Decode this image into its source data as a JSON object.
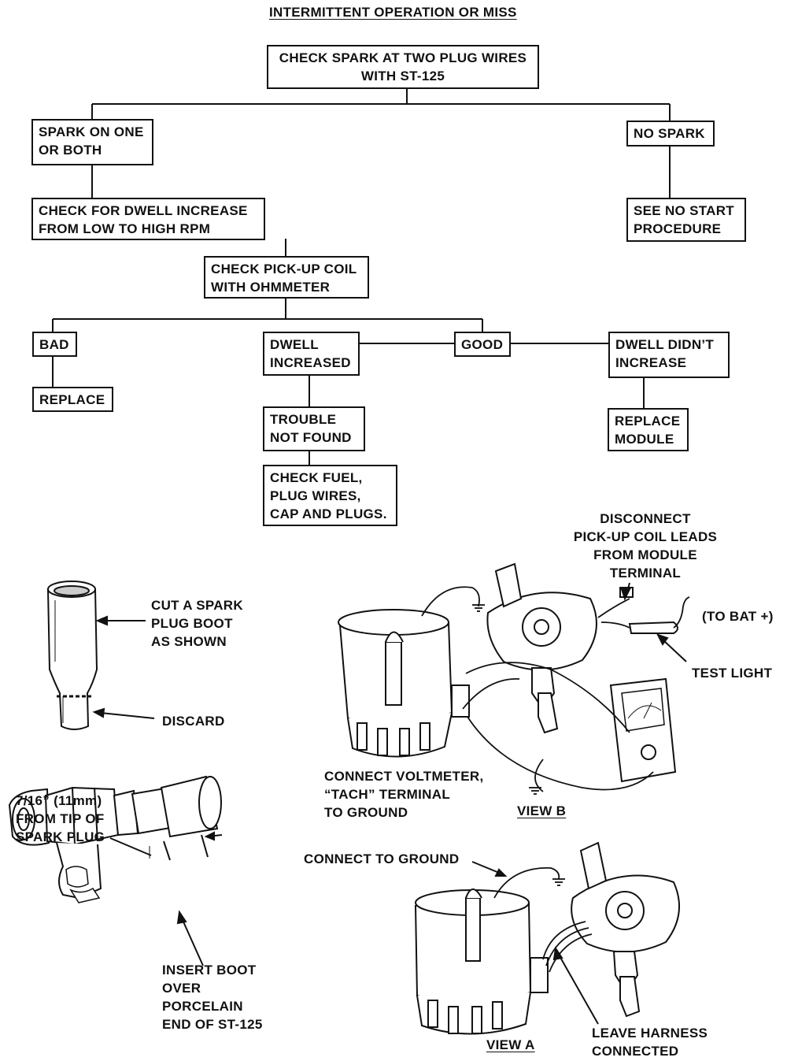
{
  "flowchart": {
    "title": "INTERMITTENT OPERATION OR MISS",
    "start": [
      "CHECK SPARK AT TWO PLUG WIRES",
      "WITH ST-125"
    ],
    "spark": [
      "SPARK ON ONE",
      "OR BOTH"
    ],
    "no_spark": "NO SPARK",
    "no_start": [
      "SEE NO START",
      "PROCEDURE"
    ],
    "dwell_check": [
      "CHECK FOR DWELL INCREASE",
      "FROM LOW TO HIGH RPM"
    ],
    "pickup_check": [
      "CHECK PICK-UP COIL",
      "WITH OHMMETER"
    ],
    "bad": "BAD",
    "replace": "REPLACE",
    "dwell_increased": [
      "DWELL",
      "INCREASED"
    ],
    "good": "GOOD",
    "dwell_not_increased": [
      "DWELL DIDN’T",
      "INCREASE"
    ],
    "trouble_not_found": [
      "TROUBLE",
      "NOT FOUND"
    ],
    "replace_module": [
      "REPLACE",
      "MODULE"
    ],
    "check_fuel": [
      "CHECK FUEL,",
      "PLUG WIRES,",
      "CAP AND PLUGS."
    ]
  },
  "illustrations": {
    "cut_boot": [
      "CUT A SPARK",
      "PLUG BOOT",
      "AS SHOWN"
    ],
    "discard": "DISCARD",
    "measure": [
      "7/16” (11mm)",
      "FROM TIP OF",
      "SPARK PLUG"
    ],
    "insert_boot": [
      "INSERT BOOT",
      "OVER",
      "PORCELAIN",
      "END OF ST-125"
    ],
    "disconnect": [
      "DISCONNECT",
      "PICK-UP COIL LEADS",
      "FROM MODULE",
      "TERMINAL"
    ],
    "to_bat": "(TO BAT +)",
    "test_light": "TEST LIGHT",
    "connect_voltmeter": [
      "CONNECT VOLTMETER,",
      "“TACH” TERMINAL",
      "TO GROUND"
    ],
    "view_b": "VIEW B",
    "connect_ground": "CONNECT TO GROUND",
    "leave_harness": [
      "LEAVE HARNESS",
      "CONNECTED"
    ],
    "view_a": "VIEW A"
  }
}
